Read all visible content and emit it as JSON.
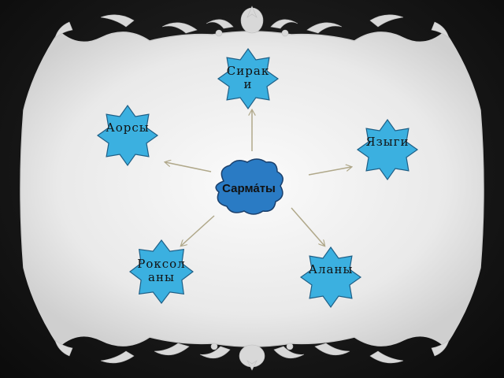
{
  "diagram": {
    "center": {
      "label": "Сарма́ты"
    },
    "nodes": [
      {
        "id": "siraki",
        "label": "Сираки"
      },
      {
        "id": "aorsy",
        "label": "Аорсы"
      },
      {
        "id": "yazygi",
        "label": "Языги"
      },
      {
        "id": "roksolany",
        "label": "Роксоланы"
      },
      {
        "id": "alany",
        "label": "Аланы"
      }
    ],
    "edges": [
      {
        "from": "center",
        "to": "siraki"
      },
      {
        "from": "center",
        "to": "aorsy"
      },
      {
        "from": "center",
        "to": "yazygi"
      },
      {
        "from": "center",
        "to": "roksolany"
      },
      {
        "from": "center",
        "to": "alany"
      }
    ]
  },
  "colors": {
    "star_fill": "#3bb0e0",
    "star_stroke": "#1f5f86",
    "cloud_fill": "#2a7bc4",
    "cloud_stroke": "#1a3f6b",
    "arrow": "#b0a88a",
    "frame_fill": "#eeeeee",
    "ornament": "#d8d8d8",
    "background": "#111111"
  }
}
